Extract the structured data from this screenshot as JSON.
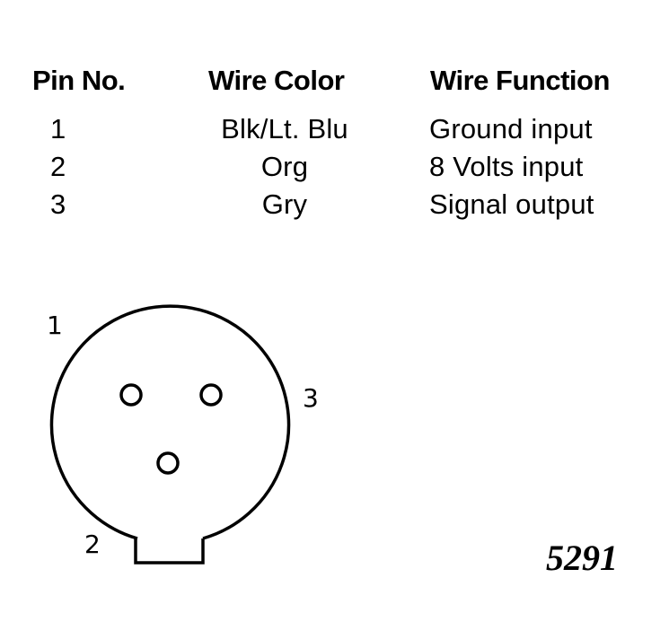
{
  "table": {
    "headers": [
      "Pin No.",
      "Wire Color",
      "Wire Function"
    ],
    "rows": [
      {
        "pin": "1",
        "color": "Blk/Lt. Blu",
        "function": "Ground input"
      },
      {
        "pin": "2",
        "color": "Org",
        "function": "8 Volts input"
      },
      {
        "pin": "3",
        "color": "Gry",
        "function": "Signal output"
      }
    ]
  },
  "connector": {
    "pin_labels": [
      "1",
      "2",
      "3"
    ]
  },
  "figure_number": "5291"
}
